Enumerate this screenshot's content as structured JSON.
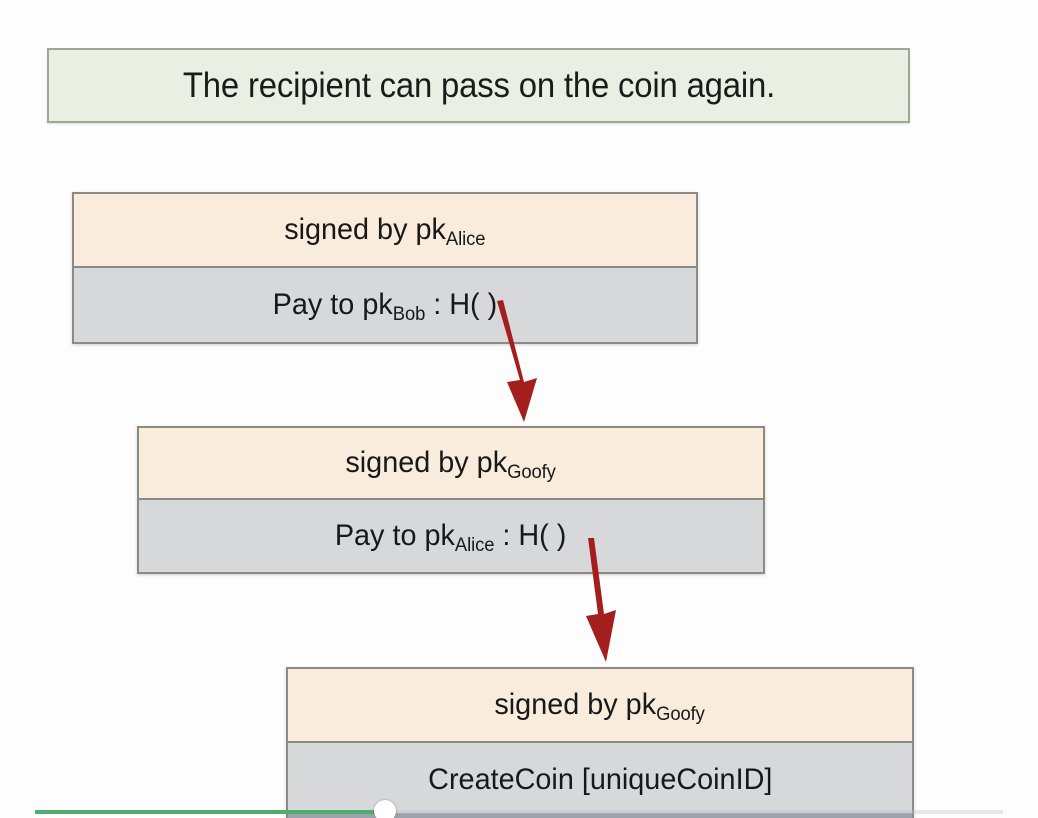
{
  "slide": {
    "banner": {
      "text": "The recipient can pass on the coin again.",
      "bg_color": "#e9efe2",
      "border_color": "#9aab93"
    },
    "colors": {
      "signed_row_bg": "#f9ecdc",
      "body_row_bg": "#d7d8da",
      "block_border": "#8d8a86",
      "arrow_color": "#a51e1e",
      "progress_green": "#4caf6d",
      "page_bg": "#fdfdfd"
    },
    "transactions": [
      {
        "id": "tx-alice-to-bob",
        "signed_label": "signed by pk",
        "signed_subscript": "Alice",
        "body_prefix": "Pay to pk",
        "body_subscript": "Bob",
        "body_suffix": " : H(  )"
      },
      {
        "id": "tx-goofy-to-alice",
        "signed_label": "signed by pk",
        "signed_subscript": "Goofy",
        "body_prefix": "Pay to pk",
        "body_subscript": "Alice",
        "body_suffix": " : H(  )"
      },
      {
        "id": "tx-goofy-createcoin",
        "signed_label": "signed by pk",
        "signed_subscript": "Goofy",
        "body_prefix": "CreateCoin [uniqueCoinID]",
        "body_subscript": "",
        "body_suffix": ""
      }
    ],
    "arrows": [
      {
        "id": "arrow-tx1-to-tx2",
        "from": "tx-alice-to-bob",
        "to": "tx-goofy-to-alice"
      },
      {
        "id": "arrow-tx2-to-tx3",
        "from": "tx-goofy-to-alice",
        "to": "tx-goofy-createcoin"
      }
    ],
    "player": {
      "progress_percent": 36
    }
  }
}
